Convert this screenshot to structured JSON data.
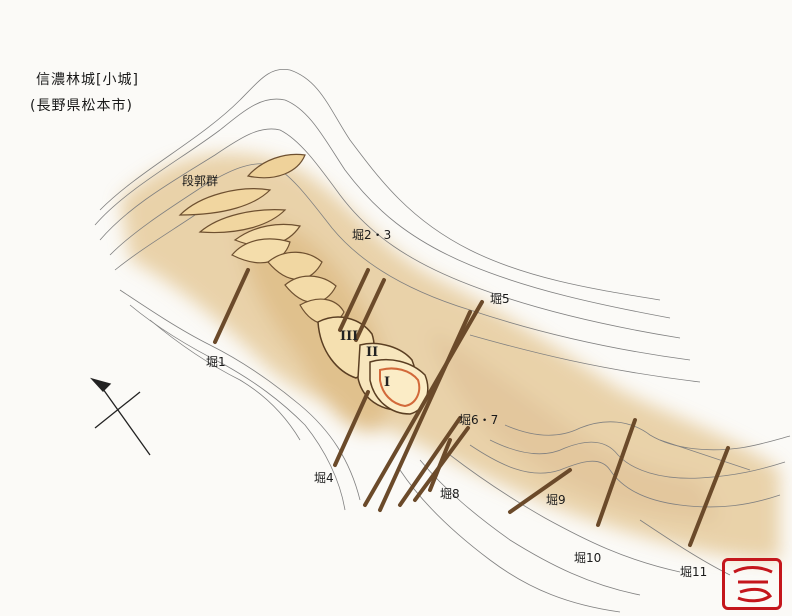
{
  "title": "信濃林城[小城]",
  "location": "(長野県松本市)",
  "labels": {
    "terraces": "段郭群",
    "ditch_1": "堀1",
    "ditch_2_3": "堀2・3",
    "ditch_4": "堀4",
    "ditch_5": "堀5",
    "ditch_6_7": "堀6・7",
    "ditch_8": "堀8",
    "ditch_9": "堀9",
    "ditch_10": "堀10",
    "ditch_11": "堀11"
  },
  "enclosures": {
    "main": "I",
    "second": "II",
    "third": "III"
  },
  "icons": [
    "north-arrow-icon",
    "artist-seal-icon"
  ],
  "colors": {
    "paper": "#fbfaf7",
    "terrain_wash": "#dcb77a",
    "terrace_fill": "#f3dca9",
    "contour": "#7a7a7a",
    "ditch": "#6b4a2a",
    "seal": "#c4161c"
  }
}
